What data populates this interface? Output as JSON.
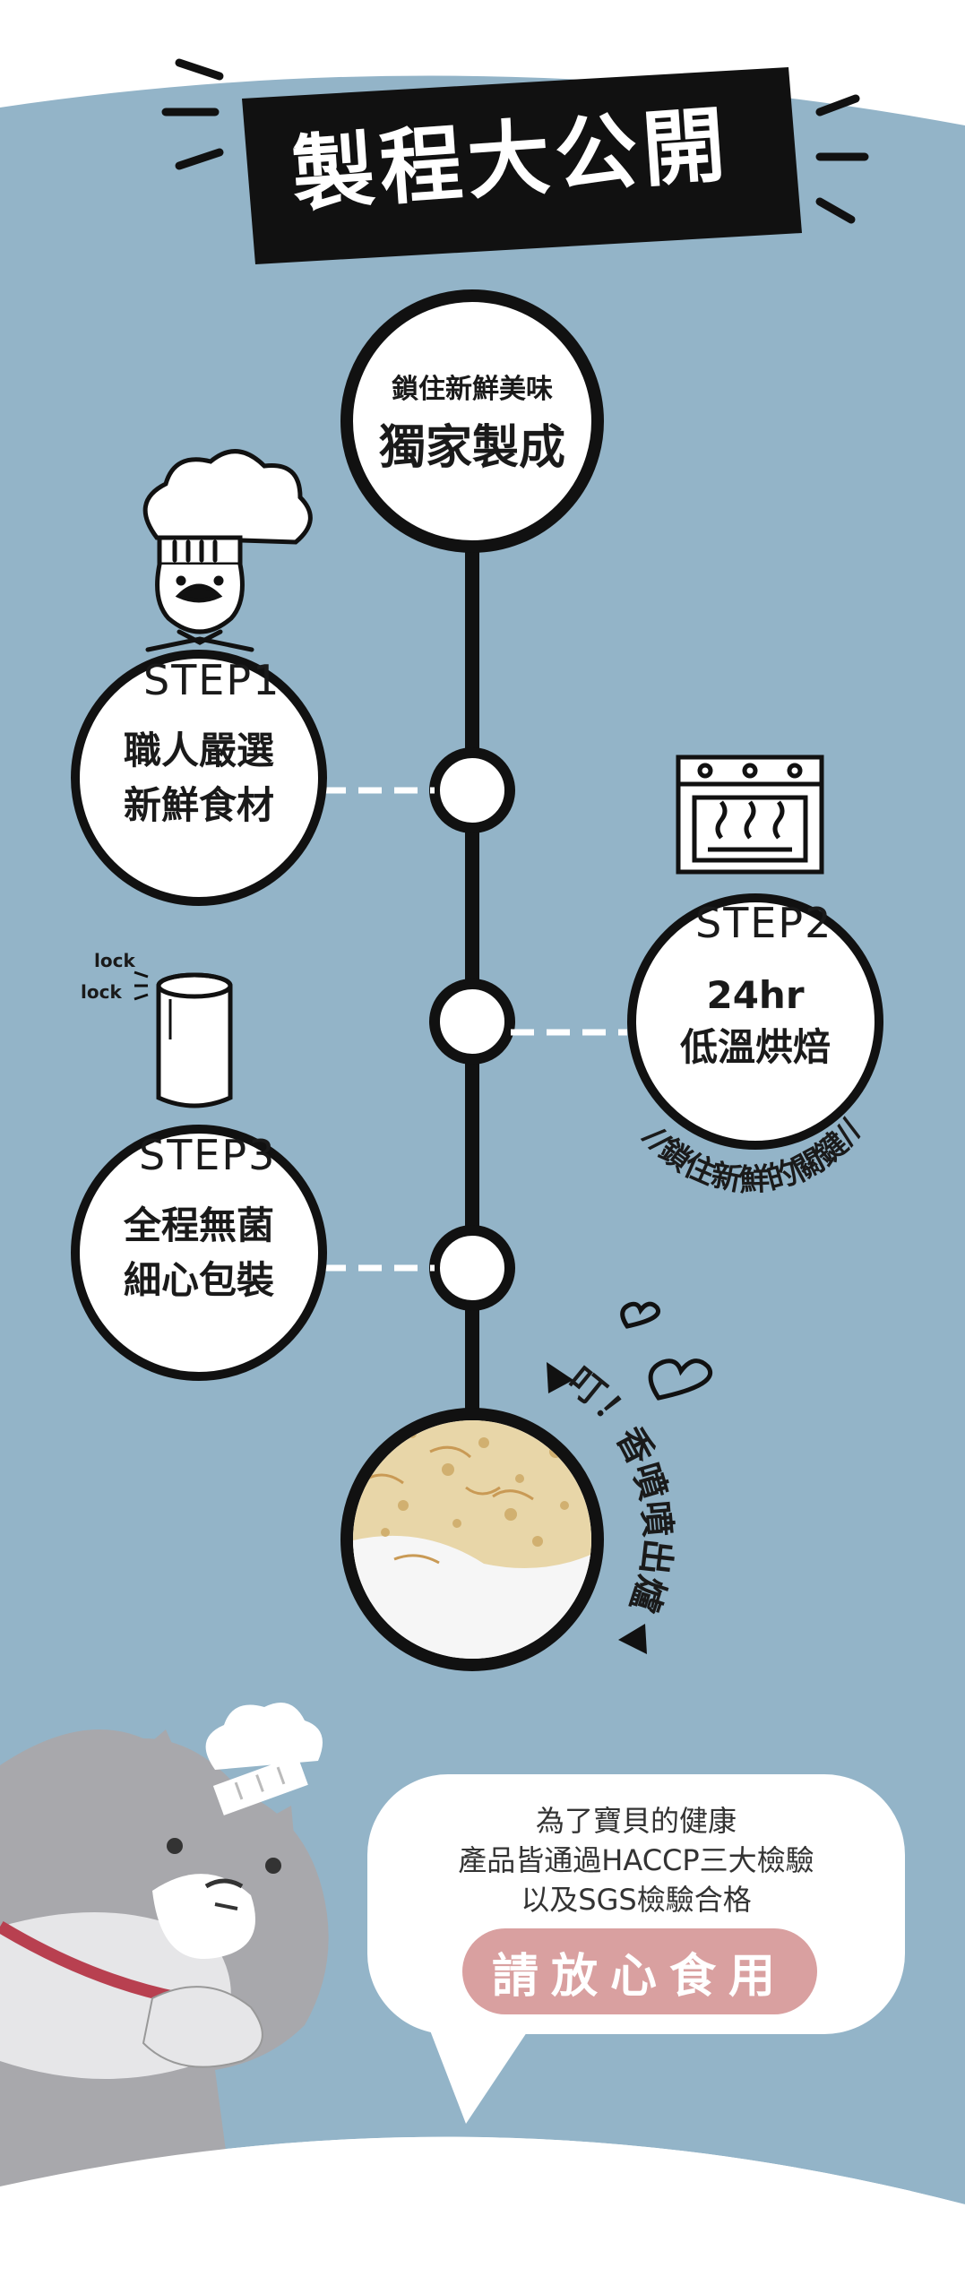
{
  "title": "製程大公開",
  "top_circle": {
    "line1": "鎖住新鮮美味",
    "line2": "獨家製成"
  },
  "steps": [
    {
      "label": "STEP1",
      "line1": "職人嚴選",
      "line2": "新鮮食材"
    },
    {
      "label": "STEP2",
      "line1": "24hr",
      "line2": "低溫烘焙",
      "arc_note": "//鎖住新鮮的關鍵//"
    },
    {
      "label": "STEP3",
      "line1": "全程無菌",
      "line2": "細心包裝"
    }
  ],
  "lock_text": [
    "lock",
    "lock"
  ],
  "final_note": "叮！香噴噴出爐",
  "bubble": {
    "line1": "為了寶貝的健康",
    "line2": "產品皆通過HACCP三大檢驗",
    "line3": "以及SGS檢驗合格",
    "cta": "請放心食用"
  },
  "colors": {
    "background": "#93b4c8",
    "ink": "#1a1a1a",
    "pill": "#d9a0a0",
    "collar": "#b84050",
    "cat": "#a8a8ac"
  },
  "icons": [
    "chef-icon",
    "oven-icon",
    "can-icon",
    "heart-icon",
    "cat-mascot-icon"
  ]
}
